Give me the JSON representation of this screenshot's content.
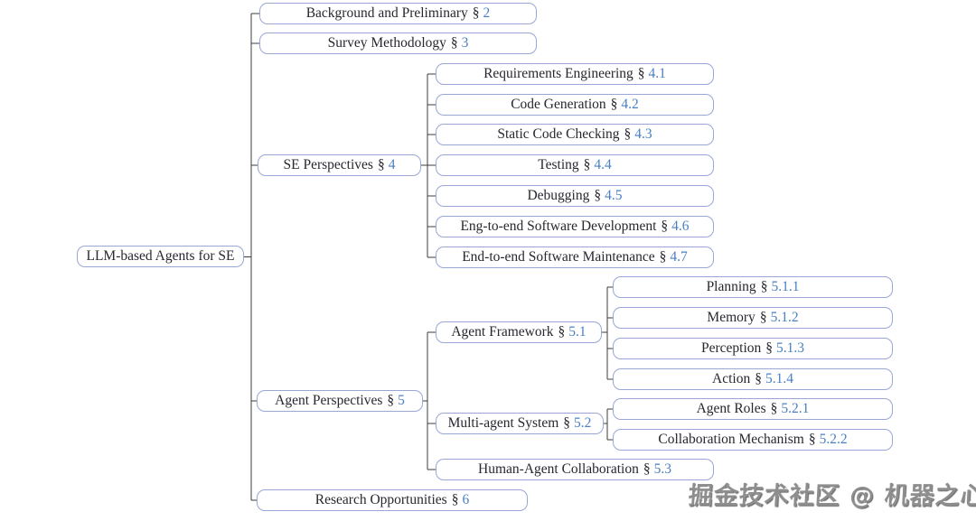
{
  "tree": {
    "section_symbol": "§",
    "root": {
      "label": "LLM-based Agents for SE"
    },
    "level1": [
      {
        "label": "Background and Preliminary",
        "number": "2"
      },
      {
        "label": "Survey Methodology",
        "number": "3"
      },
      {
        "label": "SE Perspectives",
        "number": "4"
      },
      {
        "label": "Agent Perspectives",
        "number": "5"
      },
      {
        "label": "Research Opportunities",
        "number": "6"
      }
    ],
    "se_children": [
      {
        "label": "Requirements Engineering",
        "number": "4.1"
      },
      {
        "label": "Code Generation",
        "number": "4.2"
      },
      {
        "label": "Static Code Checking",
        "number": "4.3"
      },
      {
        "label": "Testing",
        "number": "4.4"
      },
      {
        "label": "Debugging",
        "number": "4.5"
      },
      {
        "label": "Eng-to-end Software Development",
        "number": "4.6"
      },
      {
        "label": "End-to-end Software Maintenance",
        "number": "4.7"
      }
    ],
    "agent_children": [
      {
        "label": "Agent Framework",
        "number": "5.1"
      },
      {
        "label": "Multi-agent System",
        "number": "5.2"
      },
      {
        "label": "Human-Agent Collaboration",
        "number": "5.3"
      }
    ],
    "framework_children": [
      {
        "label": "Planning",
        "number": "5.1.1"
      },
      {
        "label": "Memory",
        "number": "5.1.2"
      },
      {
        "label": "Perception",
        "number": "5.1.3"
      },
      {
        "label": "Action",
        "number": "5.1.4"
      }
    ],
    "multiagent_children": [
      {
        "label": "Agent Roles",
        "number": "5.2.1"
      },
      {
        "label": "Collaboration Mechanism",
        "number": "5.2.2"
      }
    ]
  },
  "colors": {
    "box_border": "#9aa6d6",
    "box_text": "#27272f",
    "section_number": "#4a7fc1",
    "connector_line": "#3c3c3c",
    "background": "#ffffff",
    "watermark_text": "#8e8e8e"
  },
  "watermark": {
    "text": "掘金技术社区 @ 机器之心"
  }
}
